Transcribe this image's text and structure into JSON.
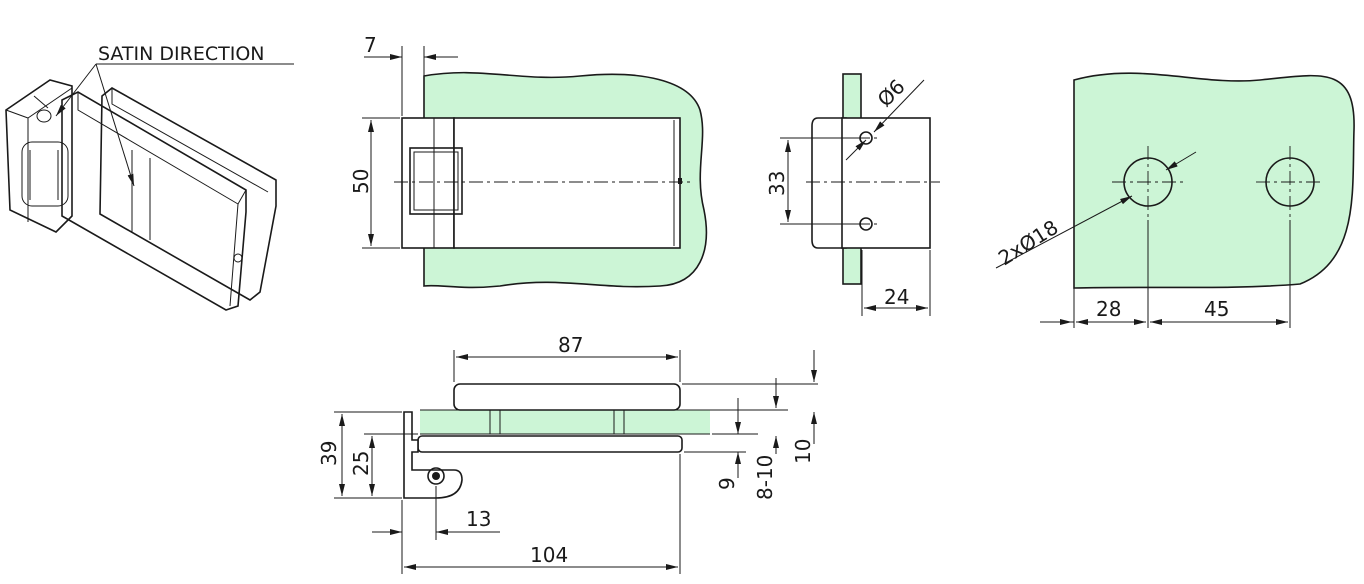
{
  "labels": {
    "satin": "SATIN DIRECTION"
  },
  "dims": {
    "front_w": "7",
    "front_h": "50",
    "side_h": "33",
    "hole_d": "Ø6",
    "side_w": "24",
    "glass_holes": "2xØ18",
    "glass_28": "28",
    "glass_45": "45",
    "top_87": "87",
    "top_104": "104",
    "top_13": "13",
    "top_39": "39",
    "top_25": "25",
    "top_9": "9",
    "top_8_10": "8-10",
    "top_10": "10"
  },
  "colors": {
    "glass": "#ccf5d6",
    "line": "#1a1a1a"
  }
}
